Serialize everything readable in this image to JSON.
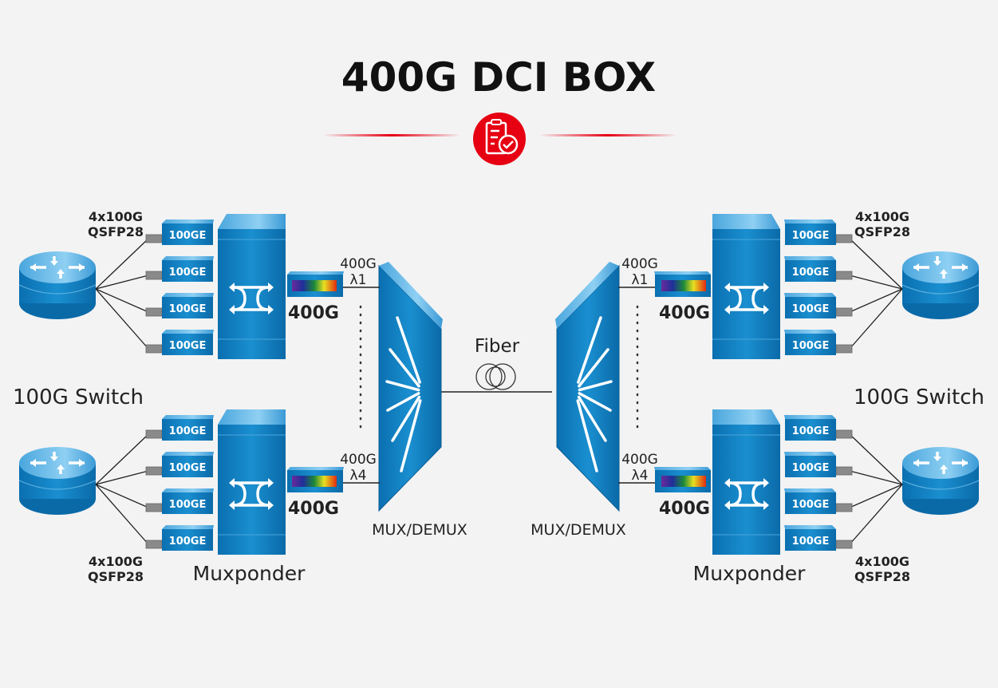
{
  "title": "400G DCI BOX",
  "header_icon": "clipboard-check-icon",
  "colors": {
    "accent": "#e60012",
    "device_blue": "#1a86c8",
    "background": "#f3f3f3"
  },
  "link": {
    "label": "Fiber"
  },
  "sites": [
    {
      "switch_label": "100G Switch",
      "muxponder_label": "Muxponder",
      "mux_label": "MUX/DEMUX",
      "channels": [
        {
          "port_type": "4x100G",
          "port_form": "QSFP28",
          "modules": [
            "100GE",
            "100GE",
            "100GE",
            "100GE"
          ],
          "line_rate": "400G",
          "wavelength_rate": "400G",
          "wavelength": "λ1"
        },
        {
          "port_type": "4x100G",
          "port_form": "QSFP28",
          "modules": [
            "100GE",
            "100GE",
            "100GE",
            "100GE"
          ],
          "line_rate": "400G",
          "wavelength_rate": "400G",
          "wavelength": "λ4"
        }
      ]
    },
    {
      "switch_label": "100G Switch",
      "muxponder_label": "Muxponder",
      "mux_label": "MUX/DEMUX",
      "channels": [
        {
          "port_type": "4x100G",
          "port_form": "QSFP28",
          "modules": [
            "100GE",
            "100GE",
            "100GE",
            "100GE"
          ],
          "line_rate": "400G",
          "wavelength_rate": "400G",
          "wavelength": "λ1"
        },
        {
          "port_type": "4x100G",
          "port_form": "QSFP28",
          "modules": [
            "100GE",
            "100GE",
            "100GE",
            "100GE"
          ],
          "line_rate": "400G",
          "wavelength_rate": "400G",
          "wavelength": "λ4"
        }
      ]
    }
  ]
}
